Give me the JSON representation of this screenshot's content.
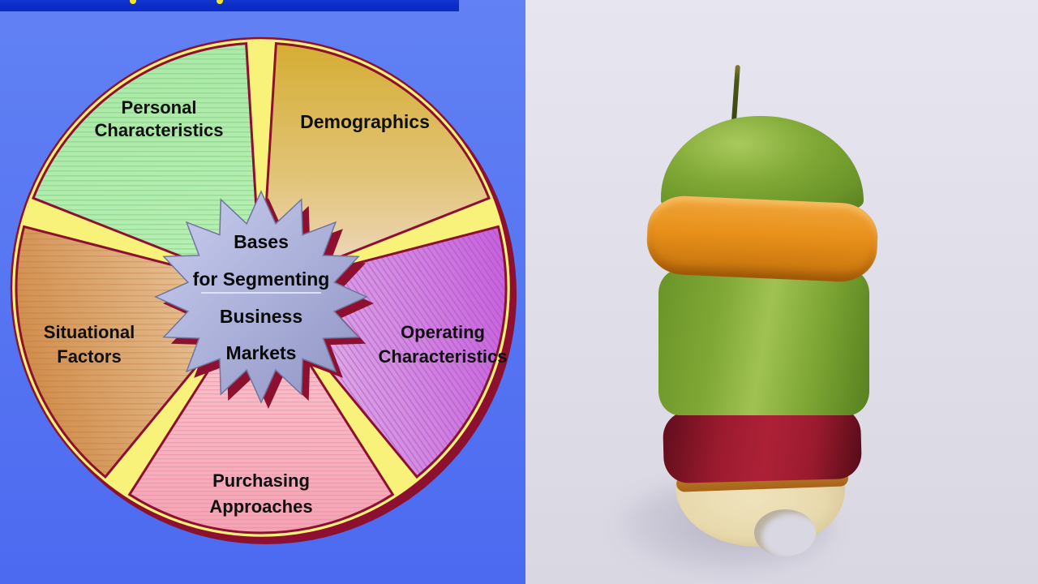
{
  "theme": {
    "slide-bg-top": "#6181f4",
    "slide-bg-bottom": "#4c6af0",
    "title-bar-blue": "#0a2cc2",
    "descender-yellow": "#f3e32b",
    "photo-bg-top": "#e7e5ef",
    "photo-bg-bottom": "#d9d7e2",
    "fruit-shadow": "#b5b2c4",
    "stem-green": "#36430f"
  },
  "diagram": {
    "center_title_lines": [
      "Bases",
      "for Segmenting",
      "Business",
      "Markets"
    ],
    "separator_color": "#f9f27a",
    "outline_color": "#8e1030",
    "star_fill": "#a9aed8",
    "segments": [
      {
        "id": "personal-characteristics",
        "label_lines": [
          "Personal",
          "Characteristics"
        ],
        "color": "#a9e7a5"
      },
      {
        "id": "demographics",
        "label_lines": [
          "Demographics"
        ],
        "color": "#d5ad33"
      },
      {
        "id": "operating-characteristics",
        "label_lines": [
          "Operating",
          "Characteristics"
        ],
        "color": "#c765dc"
      },
      {
        "id": "purchasing-approaches",
        "label_lines": [
          "Purchasing",
          "Approaches"
        ],
        "color": "#f4a3b4"
      },
      {
        "id": "situational-factors",
        "label_lines": [
          "Situational",
          "Factors"
        ],
        "color": "#cf8a47"
      }
    ]
  },
  "photo": {
    "background": "#e2e0ea",
    "layers": [
      {
        "id": "green-apple-top",
        "color": "#7ea735"
      },
      {
        "id": "orange-slice",
        "color": "#e8901a"
      },
      {
        "id": "green-apple-middle",
        "color": "#7ea735"
      },
      {
        "id": "red-apple-slice",
        "color": "#9c1b2e"
      },
      {
        "id": "pear-bitten-bottom",
        "color": "#e8d9ad"
      }
    ]
  }
}
